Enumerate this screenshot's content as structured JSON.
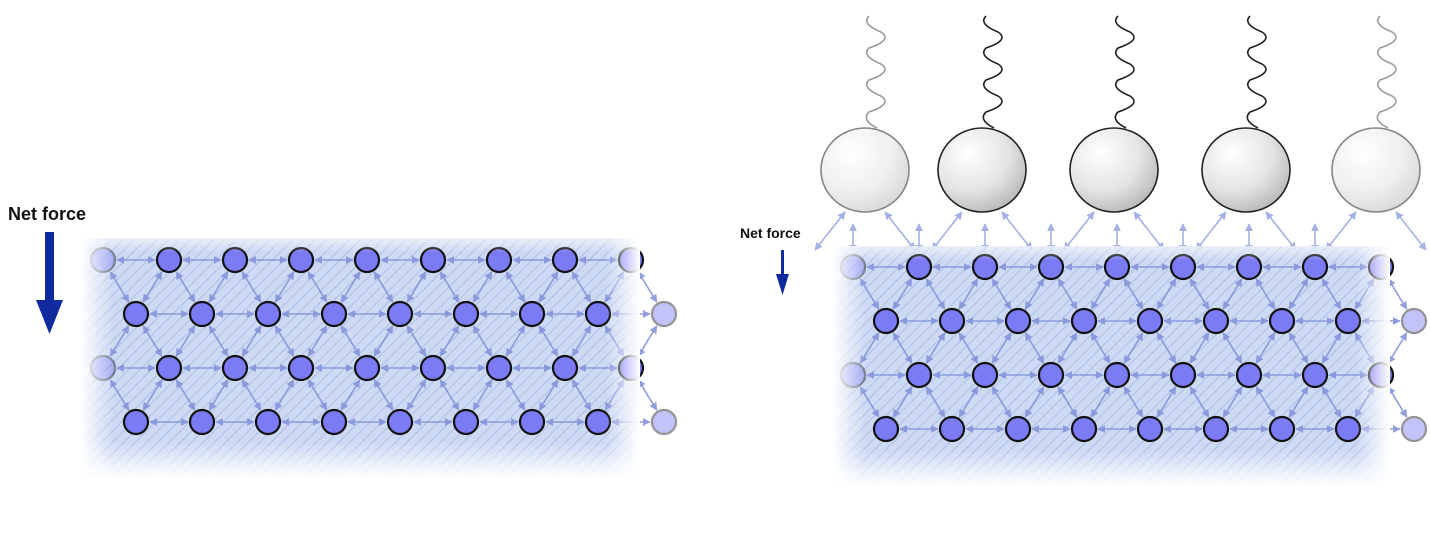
{
  "panels": [
    {
      "id": "left",
      "net_force_label": "Net force",
      "has_top_particles": false
    },
    {
      "id": "right",
      "net_force_label": "Net force",
      "has_top_particles": true
    }
  ],
  "colors": {
    "molecule_fill": "#7b7bf6",
    "molecule_stroke": "#111111",
    "liquid_tint": "#9db8e6",
    "bond": "#7f8fd8",
    "arrow": "#0f2a9c",
    "gas_particle": "#e8e8e8",
    "tether": "#222222"
  },
  "icons": {
    "net_force_arrow": "arrow-down-icon",
    "molecule": "circle-icon",
    "gas_particle": "sphere-icon",
    "tether": "wavy-line-icon"
  }
}
